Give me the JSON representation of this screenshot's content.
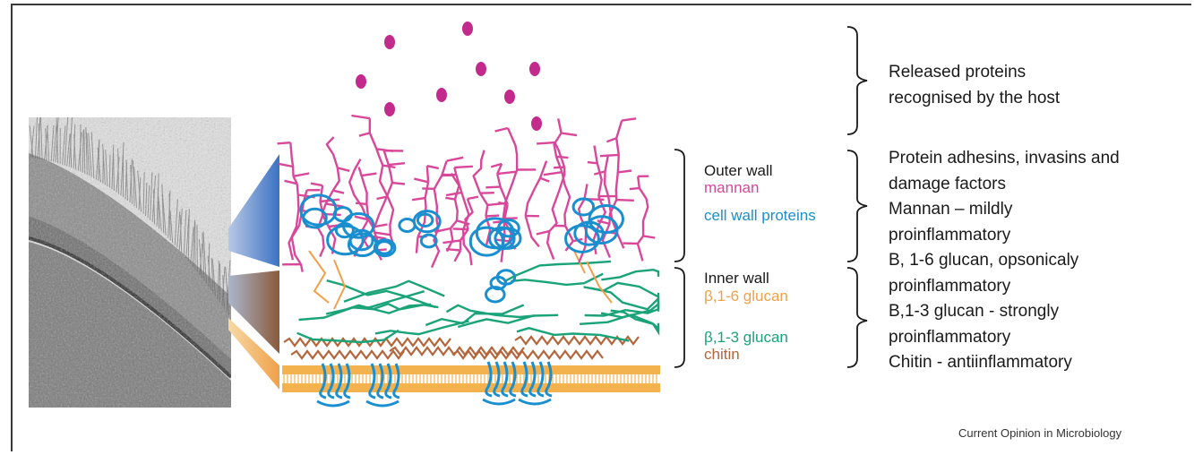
{
  "colors": {
    "mannan": "#d9479a",
    "cell_wall_proteins": "#1a8fd0",
    "beta16_glucan": "#f0a04a",
    "beta13_glucan": "#1aa378",
    "chitin": "#b4653a",
    "membrane": "#f4b24e",
    "released_protein": "#c22a8c"
  },
  "labels": {
    "outer_wall": {
      "title": "Outer wall",
      "mannan": "mannan",
      "proteins": "cell wall proteins"
    },
    "inner_wall": {
      "title": "Inner wall",
      "beta16": "β,1-6 glucan",
      "beta13": "β,1-3 glucan",
      "chitin": "chitin"
    }
  },
  "descriptions": {
    "released": [
      "Released proteins",
      "recognised by the host"
    ],
    "host_effects": [
      "Protein adhesins, invasins and",
      "damage factors",
      "Mannan – mildly",
      "proinflammatory",
      "B, 1-6 glucan, opsonicaly",
      "proinflammatory",
      "B,1-3 glucan  - strongly",
      "proinflammatory",
      "Chitin - antiinflammatory"
    ]
  },
  "source": "Current Opinion in Microbiology"
}
